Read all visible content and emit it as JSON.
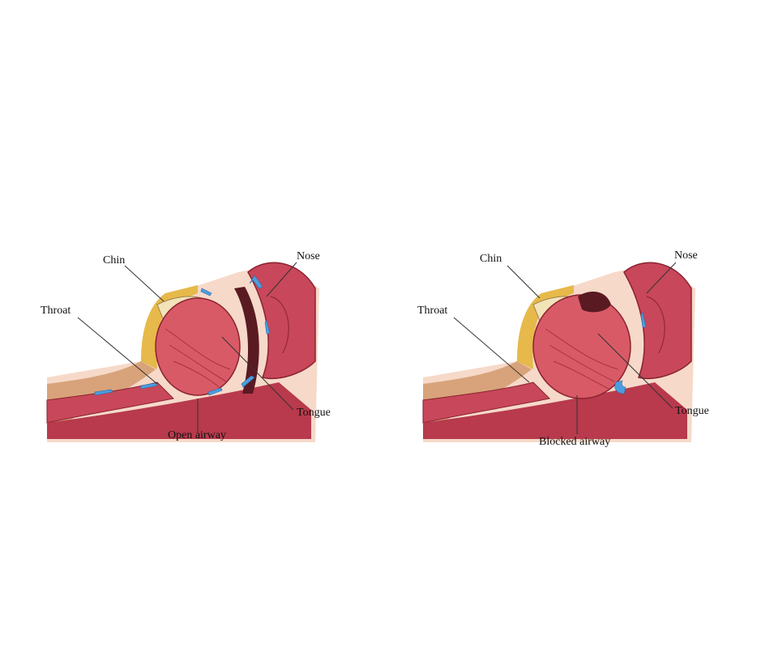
{
  "diagrams": [
    {
      "labels": {
        "chin": "Chin",
        "nose": "Nose",
        "throat": "Throat",
        "tongue": "Tongue",
        "airway": "Open airway"
      },
      "airflow_arrows": "visible"
    },
    {
      "labels": {
        "chin": "Chin",
        "nose": "Nose",
        "throat": "Throat",
        "tongue": "Tongue",
        "airway": "Blocked airway"
      },
      "airflow_arrows": "blocked"
    }
  ],
  "colors": {
    "background_skin": "#f6d9c9",
    "tissue_red": "#c8475a",
    "tongue_red": "#d85a66",
    "dark_airway": "#5a1a22",
    "fat_yellow": "#e6b94a",
    "airflow_blue": "#4a9ee0"
  }
}
